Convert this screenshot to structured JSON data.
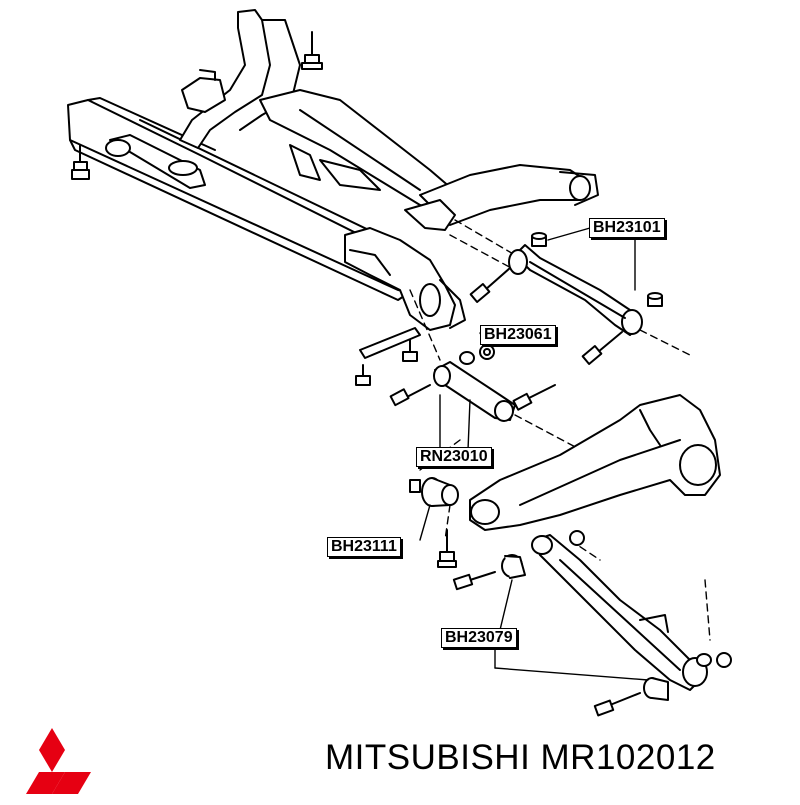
{
  "callouts": {
    "bh23101": "BH23101",
    "bh23061": "BH23061",
    "rn23010": "RN23010",
    "bh23111": "BH23111",
    "bh23079": "BH23079"
  },
  "footer": {
    "brand": "MITSUBISHI",
    "part_number": "MR102012"
  },
  "colors": {
    "line": "#000000",
    "logo": "#e60012",
    "background": "#ffffff"
  },
  "logo": {
    "icon": "three-diamond-logo-icon"
  }
}
